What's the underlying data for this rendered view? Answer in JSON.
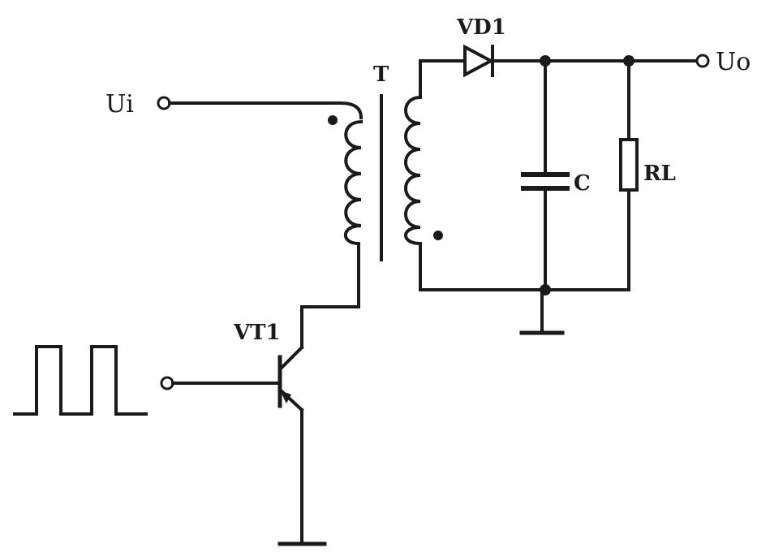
{
  "labels": {
    "input": "Ui",
    "output": "Uo",
    "transformer": "T",
    "diode": "VD1",
    "capacitor": "C",
    "load": "RL",
    "transistor": "VT1"
  }
}
